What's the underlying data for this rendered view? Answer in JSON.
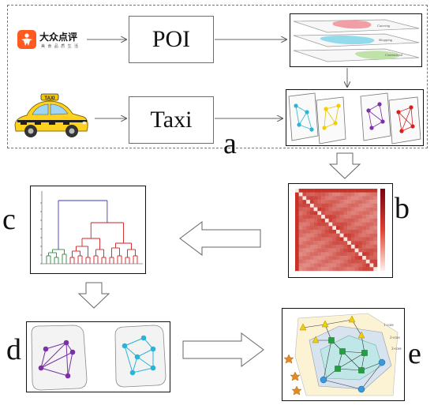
{
  "labels": {
    "a": "a",
    "b": "b",
    "c": "c",
    "d": "d",
    "e": "e"
  },
  "boxes": {
    "poi": "POI",
    "taxi": "Taxi"
  },
  "logo": {
    "name": "大众点评",
    "tagline": "美 食 品 质 生 活"
  },
  "taxi_sign": "TAXI",
  "layers": [
    "Catering",
    "Shopping",
    "Commercial"
  ],
  "core_labels": [
    "1-core",
    "2-core",
    "3-core"
  ],
  "colors": {
    "red": "#c8102e",
    "cyan": "#29b5d8",
    "yellow": "#f0d000",
    "purple": "#7b2fa8",
    "green": "#2e8b3a",
    "blue_dendro": "#3a3ac0",
    "red_dendro": "#d02020"
  }
}
